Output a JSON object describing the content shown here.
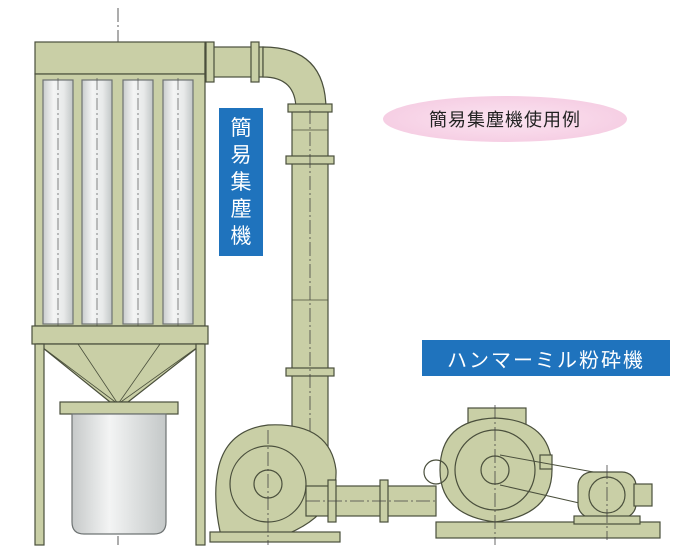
{
  "labels": {
    "dust_collector": [
      "簡",
      "易",
      "集",
      "塵",
      "機"
    ],
    "caption": "簡易集塵機使用例",
    "hammer_mill": "ハンマーミル粉砕機"
  },
  "colors": {
    "machine_fill": "#c9cfa6",
    "machine_stroke": "#4a4f3c",
    "label_blue": "#1f73bd",
    "bag_fill": "#dfe3e3",
    "oval_pink": "#f6cfe4"
  }
}
